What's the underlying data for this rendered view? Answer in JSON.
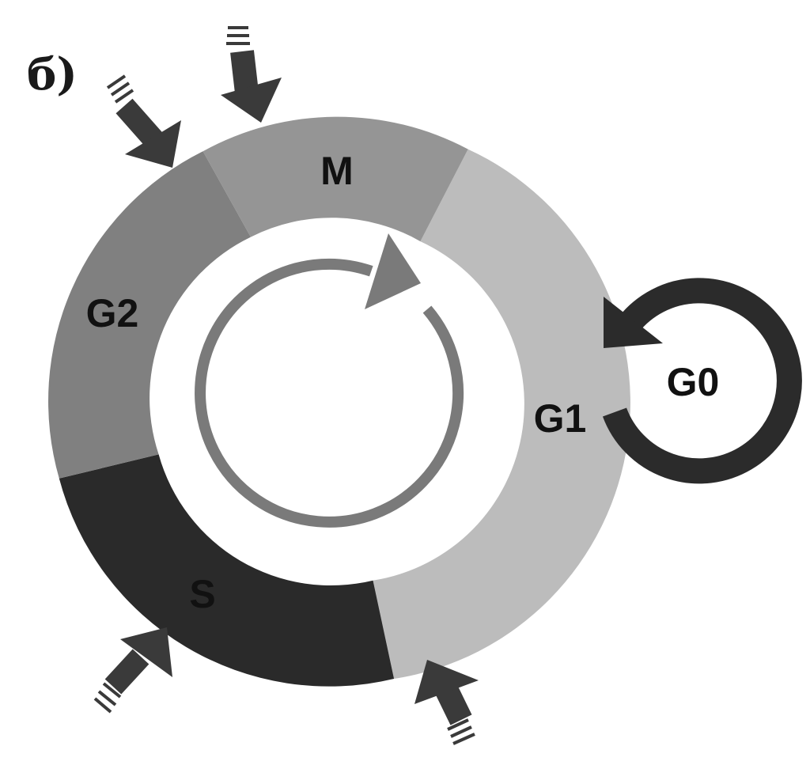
{
  "panel_label": "б)",
  "phases": [
    {
      "id": "M",
      "label": "M",
      "color": "#959595"
    },
    {
      "id": "G1",
      "label": "G1",
      "color": "#bcbcbc"
    },
    {
      "id": "S",
      "label": "S",
      "color": "#2a2a2a"
    },
    {
      "id": "G2",
      "label": "G2",
      "color": "#808080"
    }
  ],
  "quiescent": {
    "label": "G0",
    "color": "#2b2b2b"
  },
  "cycle_arrow_color": "#7a7a7a",
  "checkpoint_arrow_color": "#3a3a3a"
}
